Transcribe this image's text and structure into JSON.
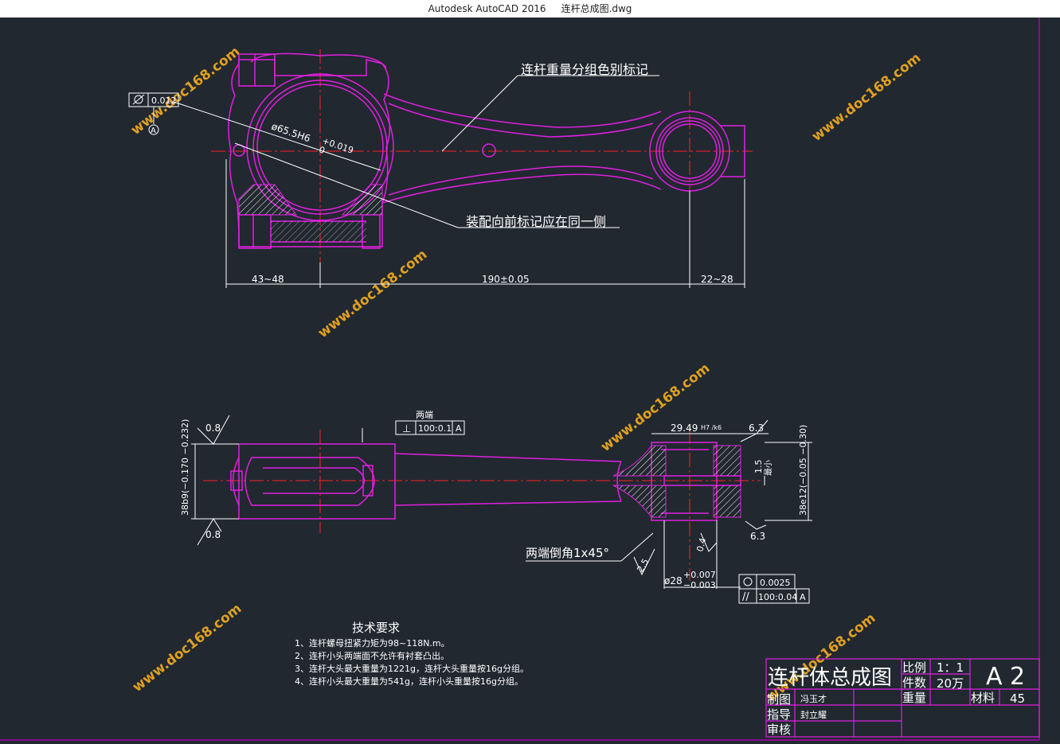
{
  "window": {
    "app_title": "Autodesk AutoCAD 2016",
    "file_name": "连杆总成图.dwg"
  },
  "colors": {
    "background": "#212830",
    "outline": "#e020e0",
    "centerline": "#ff2020",
    "annotation": "#ffffff",
    "frame": "#b000b0"
  },
  "watermark": "www.doc168.com",
  "top_view": {
    "note_weight": "连杆重量分组色别标记",
    "note_assembly": "装配向前标记应在同一侧",
    "dia_big": "ø65.5H6",
    "dia_big_tol_up": "+0.019",
    "dia_big_tol_low": "0",
    "tol_value": "0.012",
    "datum": "A",
    "dim_left": "43~48",
    "dim_center": "190±0.05",
    "dim_right": "22~28"
  },
  "side_view": {
    "label_both_ends": "两端",
    "tol_perp": "100:0.1",
    "datum": "A",
    "rough_left_top": "0.8",
    "rough_left_bottom": "0.8",
    "dim_width": "38b9(−0.170 −0.232)",
    "dim_bore": "29.49",
    "dim_bore_fit": "H7 /k6",
    "rough_right_top": "6.3",
    "rough_right_bottom": "6.3",
    "dim_min": "1.5",
    "dim_min_label": "最小",
    "dim_right_width": "38e12(−0.05 −0.30)",
    "chamfer_note": "两端倒角1x45°",
    "rough_25": "2.5",
    "rough_04": "0.4",
    "dim_small": "ø28",
    "dim_small_up": "+0.007",
    "dim_small_low": "−0.003",
    "tol_cyl": "0.0025",
    "tol_par": "100:0.04",
    "tol_par_datum": "A"
  },
  "tech_req": {
    "title": "技术要求",
    "items": [
      "1、连杆螺母扭紧力矩为98~118N.m。",
      "2、连杆小头两端面不允许有衬套凸出。",
      "3、连杆大头最大重量为1221g，连杆大头重量按16g分组。",
      "4、连杆小头最大重量为541g，连杆小头重量按16g分组。"
    ]
  },
  "title_block": {
    "drawing_title": "连杆体总成图",
    "ratio_label": "比例",
    "ratio_value": "1：1",
    "count_label": "件数",
    "count_value": "20万",
    "size": "A 2",
    "weight_label": "重量",
    "material_label": "材料",
    "material_value": "45",
    "drawn_label": "制图",
    "drawn_name": "冯玉才",
    "guide_label": "指导",
    "guide_name": "封立耀",
    "review_label": "审核"
  }
}
